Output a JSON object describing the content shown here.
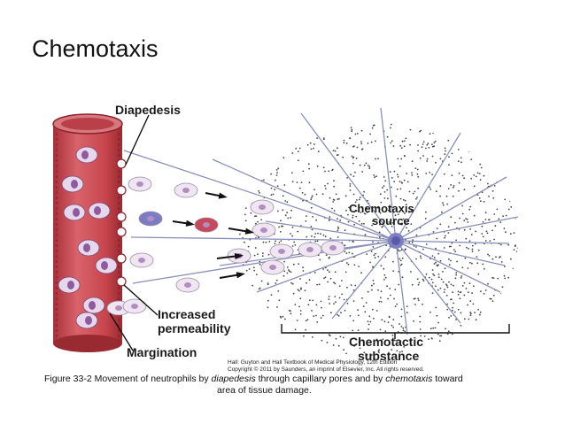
{
  "slide": {
    "title": "Chemotaxis"
  },
  "figure": {
    "labels": {
      "diapedesis": "Diapedesis",
      "chemotaxis_source_line1": "Chemotaxis",
      "chemotaxis_source_line2": "source",
      "increased_line1": "Increased",
      "increased_line2": "permeability",
      "chemotactic_line1": "Chemotactic",
      "chemotactic_line2": "substance",
      "margination": "Margination"
    },
    "credit_line1": "Hall: Guyton and Hall Textbook of Medical Physiology, 12th Edition",
    "credit_line2": "Copyright © 2011 by Saunders, an imprint of Elsevier, Inc. All rights reserved.",
    "caption": {
      "prefix": "Figure 33-2 Movement of neutrophils by ",
      "term1": "diapedesis",
      "middle": " through capillary pores and by ",
      "term2": "chemotaxis",
      "suffix": " toward",
      "line2": "area of tissue damage."
    },
    "colors": {
      "vessel": "#c8464e",
      "vessel_dark": "#8e2229",
      "cell_fill": "#e6d8ea",
      "cell_nucleus": "#8e5aa0",
      "dot": "#444444",
      "ray": "#8a90b8",
      "source": "#8080c8"
    }
  }
}
